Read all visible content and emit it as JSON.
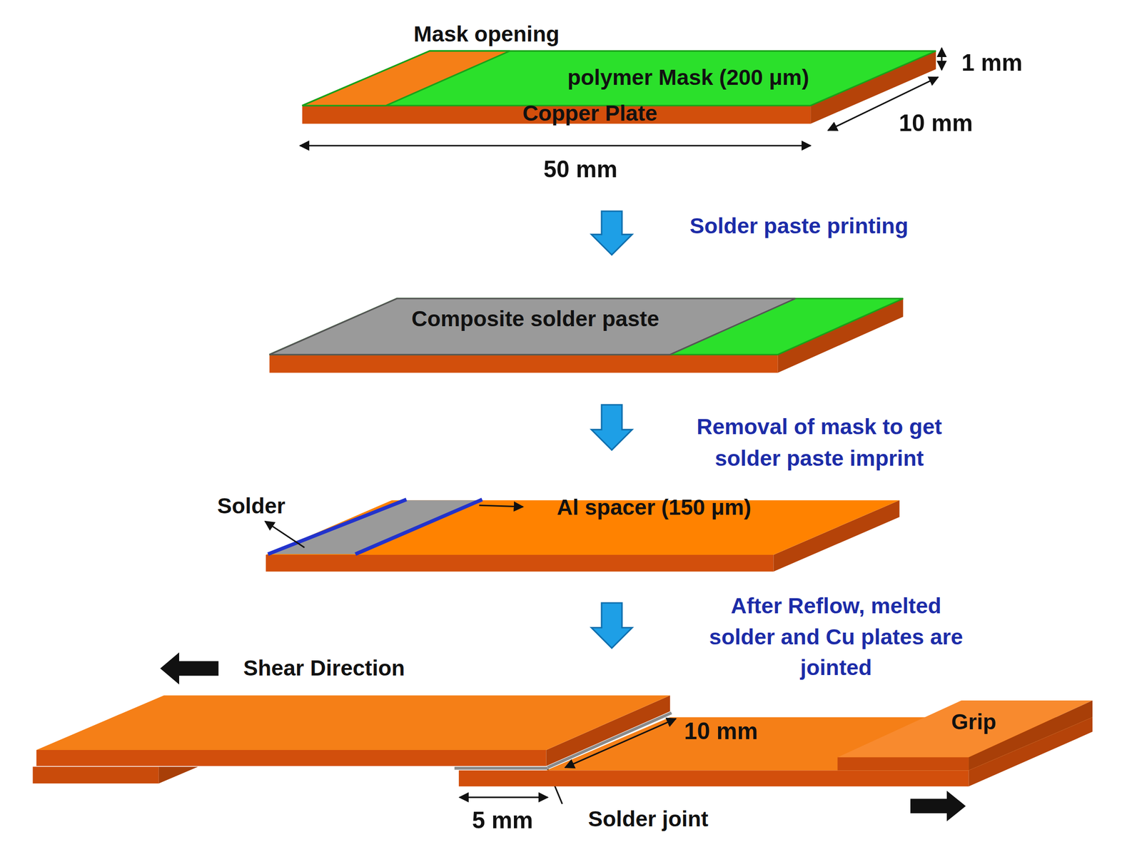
{
  "diagram": {
    "labels": [
      "Mask opening",
      "1 mm",
      "polymer Mask (200 μm)",
      "Copper Plate",
      "10 mm",
      "50 mm",
      "Solder paste printing",
      "Composite solder paste",
      "Removal of mask to get solder paste imprint",
      "Solder",
      "Al spacer (150 μm)",
      "After Reflow, melted solder and Cu plates are jointed",
      "Shear Direction",
      "10 mm",
      "Grip",
      "5 mm",
      "Solder joint"
    ]
  }
}
